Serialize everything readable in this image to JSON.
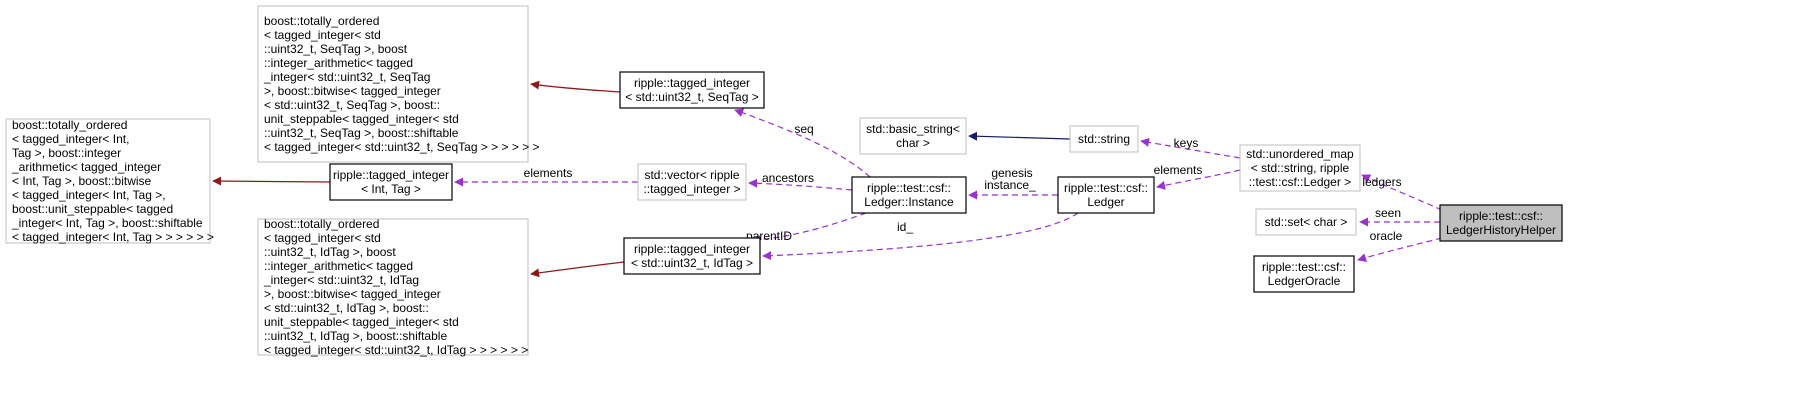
{
  "colors": {
    "inheritance": "#8b1a1a",
    "public_inheritance": "#191970",
    "usage": "#9a32cd",
    "gray_border": "#bfbfbf",
    "focus_fill": "#bfbfbf"
  },
  "nodes": [
    {
      "id": "ledger_history_helper",
      "lines": [
        "ripple::test::csf::",
        "LedgerHistoryHelper"
      ],
      "style": "focus"
    },
    {
      "id": "unordered_map",
      "lines": [
        "std::unordered_map",
        "< std::string, ripple",
        "::test::csf::Ledger >"
      ],
      "style": "gray"
    },
    {
      "id": "std_string",
      "lines": [
        "std::string"
      ],
      "style": "gray"
    },
    {
      "id": "basic_string",
      "lines": [
        "std::basic_string<",
        "char >"
      ],
      "style": "gray"
    },
    {
      "id": "csf_ledger",
      "lines": [
        "ripple::test::csf::",
        "Ledger"
      ],
      "style": "black"
    },
    {
      "id": "ledger_instance",
      "lines": [
        "ripple::test::csf::",
        "Ledger::Instance"
      ],
      "style": "black"
    },
    {
      "id": "tagged_seq",
      "lines": [
        "ripple::tagged_integer",
        "< std::uint32_t, SeqTag >"
      ],
      "style": "black"
    },
    {
      "id": "totally_ordered_seq",
      "lines": [
        "boost::totally_ordered",
        "< tagged_integer< std",
        "::uint32_t, SeqTag >, boost",
        "::integer_arithmetic< tagged",
        "_integer< std::uint32_t, SeqTag",
        " >, boost::bitwise< tagged_integer",
        "< std::uint32_t, SeqTag >, boost::",
        "unit_steppable< tagged_integer< std",
        "::uint32_t, SeqTag >, boost::shiftable",
        "< tagged_integer< std::uint32_t, SeqTag > > > > > >"
      ],
      "style": "gray"
    },
    {
      "id": "vector_tagged",
      "lines": [
        "std::vector< ripple",
        "::tagged_integer >"
      ],
      "style": "gray"
    },
    {
      "id": "tagged_int_tag",
      "lines": [
        "ripple::tagged_integer",
        "< Int, Tag >"
      ],
      "style": "black"
    },
    {
      "id": "totally_ordered_int",
      "lines": [
        "boost::totally_ordered",
        "< tagged_integer< Int,",
        " Tag >, boost::integer",
        "_arithmetic< tagged_integer",
        "< Int, Tag >, boost::bitwise",
        "< tagged_integer< Int, Tag >,",
        " boost::unit_steppable< tagged",
        "_integer< Int, Tag >, boost::shiftable",
        "< tagged_integer< Int, Tag > > > > > >"
      ],
      "style": "gray"
    },
    {
      "id": "tagged_id",
      "lines": [
        "ripple::tagged_integer",
        "< std::uint32_t, IdTag >"
      ],
      "style": "black"
    },
    {
      "id": "totally_ordered_id",
      "lines": [
        "boost::totally_ordered",
        "< tagged_integer< std",
        "::uint32_t, IdTag >, boost",
        "::integer_arithmetic< tagged",
        "_integer< std::uint32_t, IdTag",
        " >, boost::bitwise< tagged_integer",
        "< std::uint32_t, IdTag >, boost::",
        "unit_steppable< tagged_integer< std",
        "::uint32_t, IdTag >, boost::shiftable",
        "< tagged_integer< std::uint32_t, IdTag > > > > > >"
      ],
      "style": "gray"
    },
    {
      "id": "std_set",
      "lines": [
        "std::set< char >"
      ],
      "style": "gray"
    },
    {
      "id": "ledger_oracle",
      "lines": [
        "ripple::test::csf::",
        "LedgerOracle"
      ],
      "style": "black"
    }
  ],
  "edges": [
    {
      "id": "e_ledgers",
      "from": "unordered_map",
      "to": "ledger_history_helper",
      "kind": "usage",
      "labels": [
        "ledgers"
      ]
    },
    {
      "id": "e_seen",
      "from": "std_set",
      "to": "ledger_history_helper",
      "kind": "usage",
      "labels": [
        "seen"
      ]
    },
    {
      "id": "e_oracle",
      "from": "ledger_oracle",
      "to": "ledger_history_helper",
      "kind": "usage",
      "labels": [
        "oracle"
      ]
    },
    {
      "id": "e_keys",
      "from": "std_string",
      "to": "unordered_map",
      "kind": "usage",
      "labels": [
        "keys"
      ]
    },
    {
      "id": "e_elements_map",
      "from": "csf_ledger",
      "to": "unordered_map",
      "kind": "usage",
      "labels": [
        "elements"
      ]
    },
    {
      "id": "e_basic_string",
      "from": "basic_string",
      "to": "std_string",
      "kind": "public_inheritance",
      "labels": []
    },
    {
      "id": "e_genesis",
      "from": "ledger_instance",
      "to": "csf_ledger",
      "kind": "usage",
      "labels": [
        "genesis",
        "instance_"
      ]
    },
    {
      "id": "e_id",
      "from": "tagged_id",
      "to": "csf_ledger",
      "kind": "usage",
      "labels": [
        "id_"
      ]
    },
    {
      "id": "e_seq",
      "from": "tagged_seq",
      "to": "ledger_instance",
      "kind": "usage",
      "labels": [
        "seq"
      ]
    },
    {
      "id": "e_ancestors",
      "from": "vector_tagged",
      "to": "ledger_instance",
      "kind": "usage",
      "labels": [
        "ancestors"
      ]
    },
    {
      "id": "e_parent",
      "from": "tagged_id",
      "to": "ledger_instance",
      "kind": "usage",
      "labels": [
        "parentID"
      ]
    },
    {
      "id": "e_elements_vec",
      "from": "tagged_int_tag",
      "to": "vector_tagged",
      "kind": "usage",
      "labels": [
        "elements"
      ]
    },
    {
      "id": "e_to_seq",
      "from": "totally_ordered_seq",
      "to": "tagged_seq",
      "kind": "inheritance",
      "labels": []
    },
    {
      "id": "e_to_int",
      "from": "totally_ordered_int",
      "to": "tagged_int_tag",
      "kind": "inheritance",
      "labels": []
    },
    {
      "id": "e_to_id",
      "from": "totally_ordered_id",
      "to": "tagged_id",
      "kind": "inheritance",
      "labels": []
    }
  ]
}
